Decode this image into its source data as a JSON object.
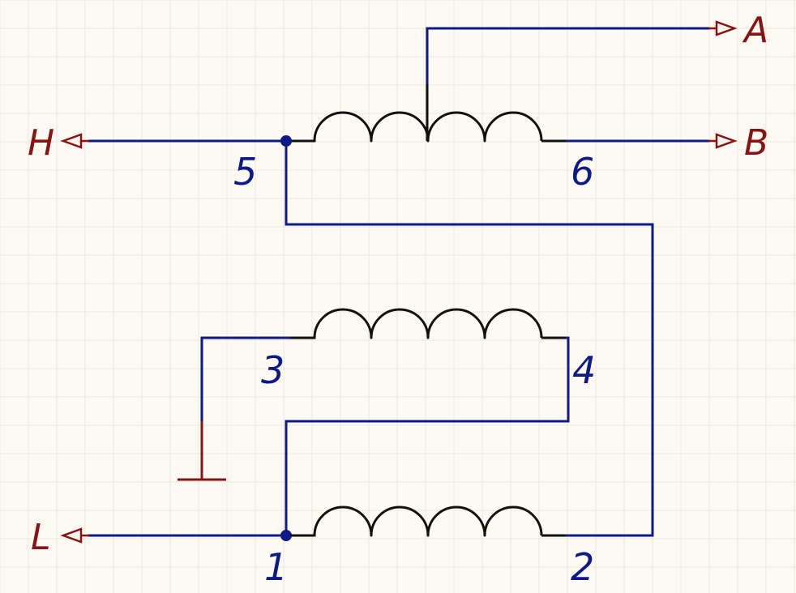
{
  "colors": {
    "background": "#fcfaf3",
    "wire": "#0d1a87",
    "coil": "#111111",
    "port": "#8b1212",
    "grid": "#ece8dc"
  },
  "pins": {
    "p1": "1",
    "p2": "2",
    "p3": "3",
    "p4": "4",
    "p5": "5",
    "p6": "6"
  },
  "ports": {
    "a": "A",
    "b": "B",
    "h": "H",
    "l": "L"
  }
}
